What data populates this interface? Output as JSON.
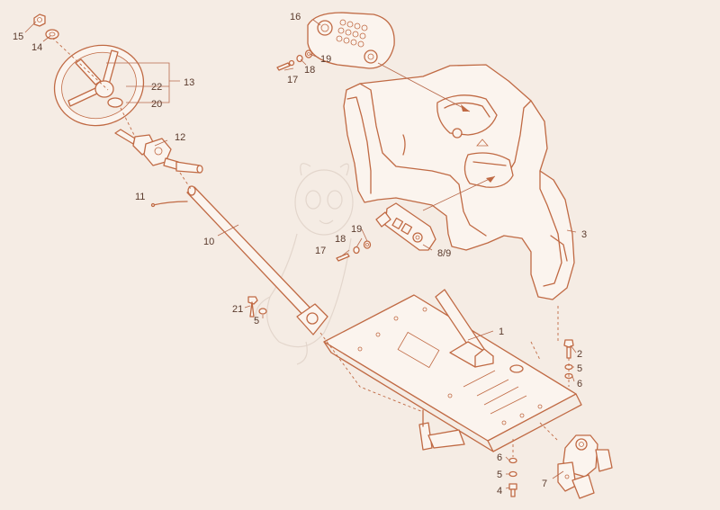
{
  "callouts": [
    {
      "id": "1",
      "text": "1"
    },
    {
      "id": "2",
      "text": "2"
    },
    {
      "id": "3",
      "text": "3"
    },
    {
      "id": "4",
      "text": "4"
    },
    {
      "id": "5a",
      "text": "5"
    },
    {
      "id": "5b",
      "text": "5"
    },
    {
      "id": "5c",
      "text": "5"
    },
    {
      "id": "6a",
      "text": "6"
    },
    {
      "id": "6b",
      "text": "6"
    },
    {
      "id": "7",
      "text": "7"
    },
    {
      "id": "89",
      "text": "8/9"
    },
    {
      "id": "10",
      "text": "10"
    },
    {
      "id": "11",
      "text": "11"
    },
    {
      "id": "12",
      "text": "12"
    },
    {
      "id": "13",
      "text": "13"
    },
    {
      "id": "14",
      "text": "14"
    },
    {
      "id": "15",
      "text": "15"
    },
    {
      "id": "16",
      "text": "16"
    },
    {
      "id": "17a",
      "text": "17"
    },
    {
      "id": "17b",
      "text": "17"
    },
    {
      "id": "18a",
      "text": "18"
    },
    {
      "id": "18b",
      "text": "18"
    },
    {
      "id": "19a",
      "text": "19"
    },
    {
      "id": "19b",
      "text": "19"
    },
    {
      "id": "20",
      "text": "20"
    },
    {
      "id": "21",
      "text": "21"
    },
    {
      "id": "22",
      "text": "22"
    }
  ],
  "colors": {
    "line": "#c06a44",
    "background": "#f5ece4",
    "label": "#5a3a2c"
  }
}
